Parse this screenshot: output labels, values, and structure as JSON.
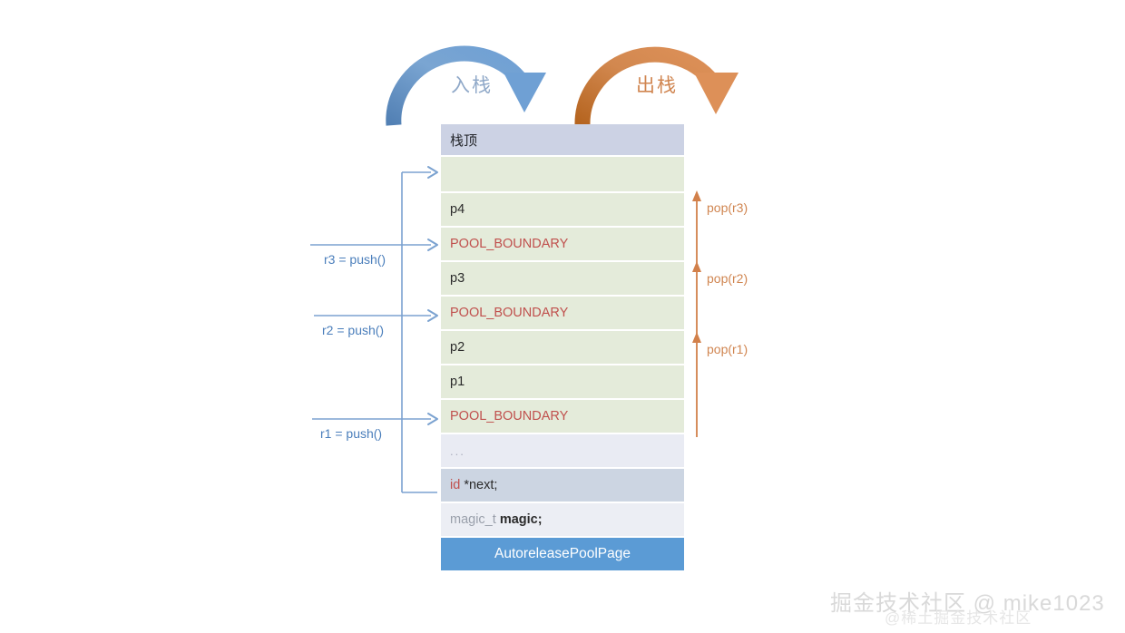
{
  "diagram": {
    "title": "AutoreleasePoolPage stack push/pop diagram",
    "top_arrows": {
      "push": {
        "label": "入栈",
        "color": "#5b8fc9",
        "text_color": "#8fa8c8"
      },
      "pop": {
        "label": "出栈",
        "color": "#d2884f",
        "text_color": "#d08550"
      }
    },
    "stack": {
      "header_label": "栈顶",
      "footer_label": "AutoreleasePoolPage",
      "rows": [
        {
          "id": "empty-slot",
          "text": "",
          "kind": "green"
        },
        {
          "id": "p4",
          "text": "p4",
          "kind": "green"
        },
        {
          "id": "boundary-3",
          "text": "POOL_BOUNDARY",
          "kind": "green-boundary"
        },
        {
          "id": "p3",
          "text": "p3",
          "kind": "green"
        },
        {
          "id": "boundary-2",
          "text": "POOL_BOUNDARY",
          "kind": "green-boundary"
        },
        {
          "id": "p2",
          "text": "p2",
          "kind": "green"
        },
        {
          "id": "p1",
          "text": "p1",
          "kind": "green"
        },
        {
          "id": "boundary-1",
          "text": "POOL_BOUNDARY",
          "kind": "green-boundary"
        },
        {
          "id": "ellipsis",
          "text": "...",
          "kind": "lav-ellipsis"
        },
        {
          "id": "next-field",
          "text": "id *next;",
          "kind": "lav-dark-code"
        },
        {
          "id": "magic-field",
          "text": "magic_t magic;",
          "kind": "lav-light-code"
        }
      ],
      "code_parts": {
        "next_type": "id",
        "next_name": "*next;",
        "magic_type": "magic_t",
        "magic_name": "magic;"
      },
      "colors": {
        "header_bg": "#ccd2e4",
        "green_bg": "#e4ebda",
        "lavender_bg": "#e9ebf3",
        "lavender_dark_bg": "#ccd5e2",
        "lavender_light_bg": "#eceef4",
        "footer_bg": "#5b9bd5",
        "boundary_text": "#c0504d"
      }
    },
    "push_arrows": [
      {
        "id": "push-r3",
        "label": "r3 = push()"
      },
      {
        "id": "push-r2",
        "label": "r2 = push()"
      },
      {
        "id": "push-r1",
        "label": "r1 = push()"
      }
    ],
    "push_arrow_color": "#7ba2d0",
    "pop_arrows": [
      {
        "id": "pop-r3",
        "label": "pop(r3)"
      },
      {
        "id": "pop-r2",
        "label": "pop(r2)"
      },
      {
        "id": "pop-r1",
        "label": "pop(r1)"
      }
    ],
    "pop_arrow_color": "#d2804a",
    "watermark": {
      "main": "掘金技术社区 @ mike1023",
      "sub": "@稀土掘金技术社区"
    }
  }
}
